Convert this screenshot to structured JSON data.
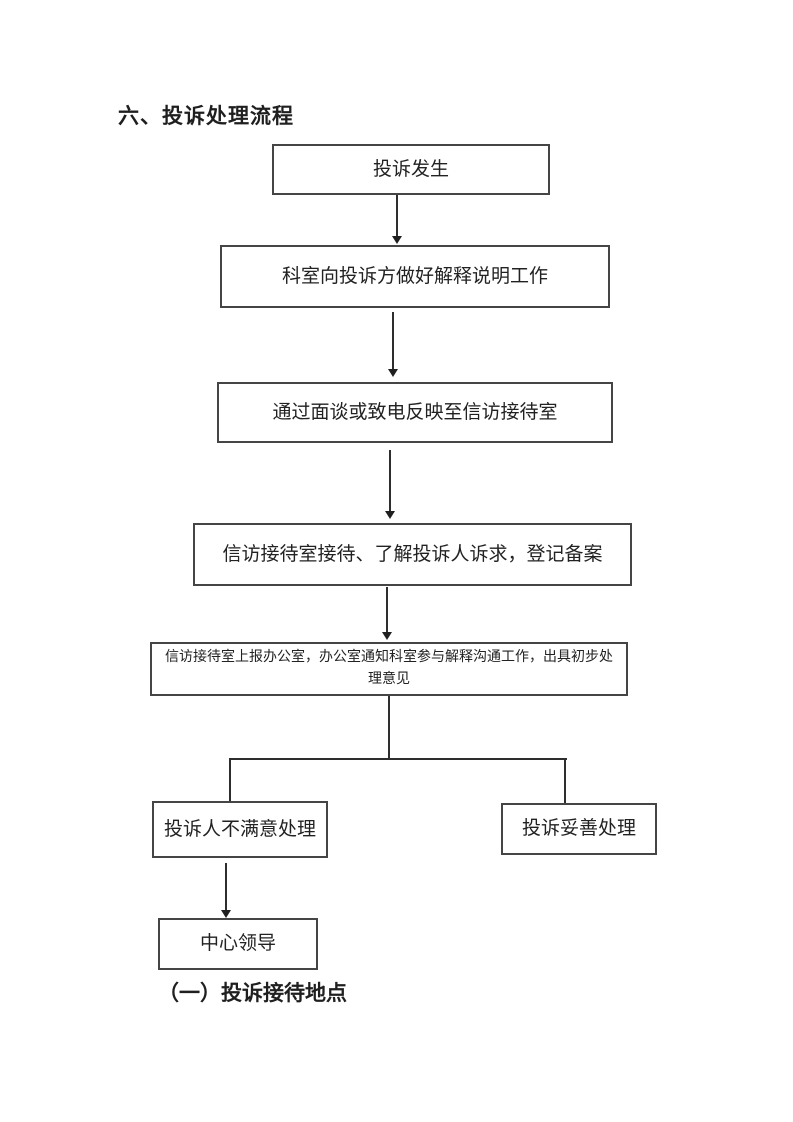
{
  "page": {
    "title": "六、投诉处理流程",
    "footer_heading": "（一）投诉接待地点"
  },
  "flowchart": {
    "nodes": [
      {
        "id": "complaint-occurs",
        "label": "投诉发生"
      },
      {
        "id": "dept-explain",
        "label": "科室向投诉方做好解释说明工作"
      },
      {
        "id": "contact-reception",
        "label": "通过面谈或致电反映至信访接待室"
      },
      {
        "id": "reception-register",
        "label": "信访接待室接待、了解投诉人诉求，登记备案"
      },
      {
        "id": "office-coordinate",
        "label": "信访接待室上报办公室，办公室通知科室参与解释沟通工作，出具初步处理意见"
      },
      {
        "id": "unsatisfied",
        "label": "投诉人不满意处理"
      },
      {
        "id": "properly-handled",
        "label": "投诉妥善处理"
      },
      {
        "id": "center-leadership",
        "label": "中心领导"
      }
    ]
  }
}
